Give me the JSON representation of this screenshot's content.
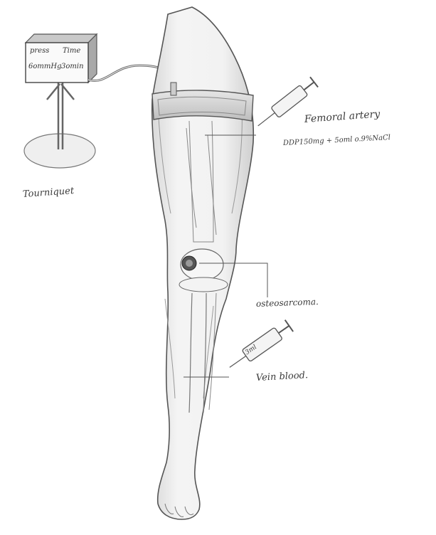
{
  "device": {
    "press_label": "press",
    "time_label": "Time",
    "pressure_value": "6ommHg",
    "time_value": "3omin"
  },
  "labels": {
    "tourniquet": "Tourniquet",
    "femoral_artery": "Femoral artery",
    "femoral_dose": "DDP150mg + 5oml o.9%NaCl",
    "osteosarcoma": "osteosarcoma.",
    "vein_blood": "Vein blood.",
    "syringe_volume": "3ml"
  }
}
